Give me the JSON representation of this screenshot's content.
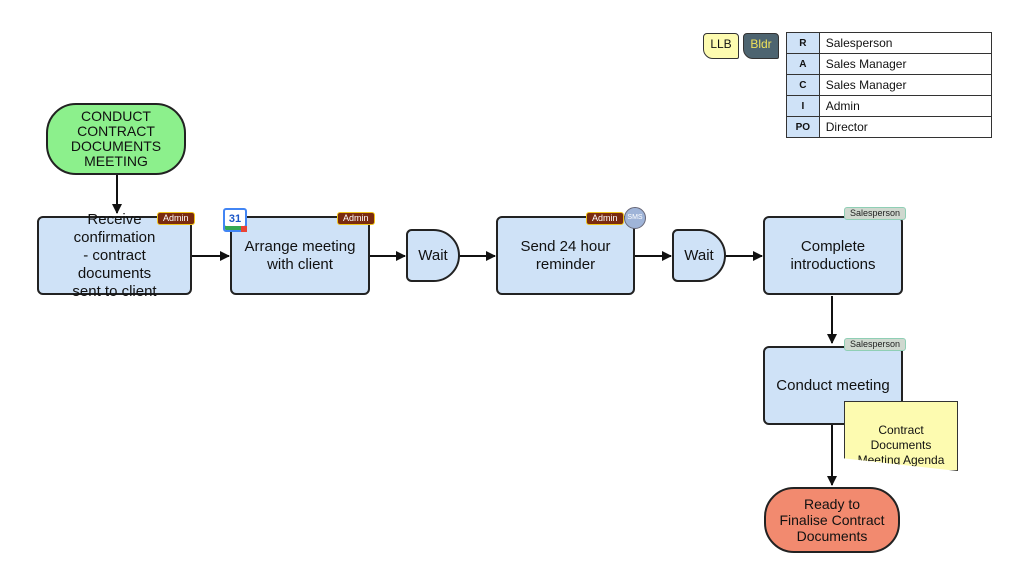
{
  "start": {
    "label": "CONDUCT\nCONTRACT\nDOCUMENTS\nMEETING"
  },
  "steps": [
    {
      "label": "Receive\nconfirmation\n- contract documents\nsent to client",
      "role": "Admin"
    },
    {
      "label": "Arrange meeting\nwith client",
      "role": "Admin"
    },
    {
      "label": "Wait"
    },
    {
      "label": "Send 24 hour\nreminder",
      "role": "Admin"
    },
    {
      "label": "Wait"
    },
    {
      "label": "Complete\nintroductions",
      "role": "Salesperson"
    },
    {
      "label": "Conduct meeting",
      "role": "Salesperson"
    }
  ],
  "end": {
    "label": "Ready to\nFinalise Contract\nDocuments"
  },
  "document": {
    "label": "Contract\nDocuments\nMeeting Agenda"
  },
  "icons": {
    "calendar_text": "31",
    "sms_text": "SMS"
  },
  "legend_tags": [
    "LLB",
    "Bldr"
  ],
  "raci": [
    {
      "key": "R",
      "value": "Salesperson"
    },
    {
      "key": "A",
      "value": "Sales Manager"
    },
    {
      "key": "C",
      "value": "Sales Manager"
    },
    {
      "key": "I",
      "value": "Admin"
    },
    {
      "key": "PO",
      "value": "Director"
    }
  ],
  "colors": {
    "box": "#cfe2f7",
    "start": "#8cf08c",
    "end": "#f28a6f",
    "document": "#fdfbb0",
    "admin_tag": "#7a2b0f",
    "sales_tag": "#cfd8cf"
  }
}
